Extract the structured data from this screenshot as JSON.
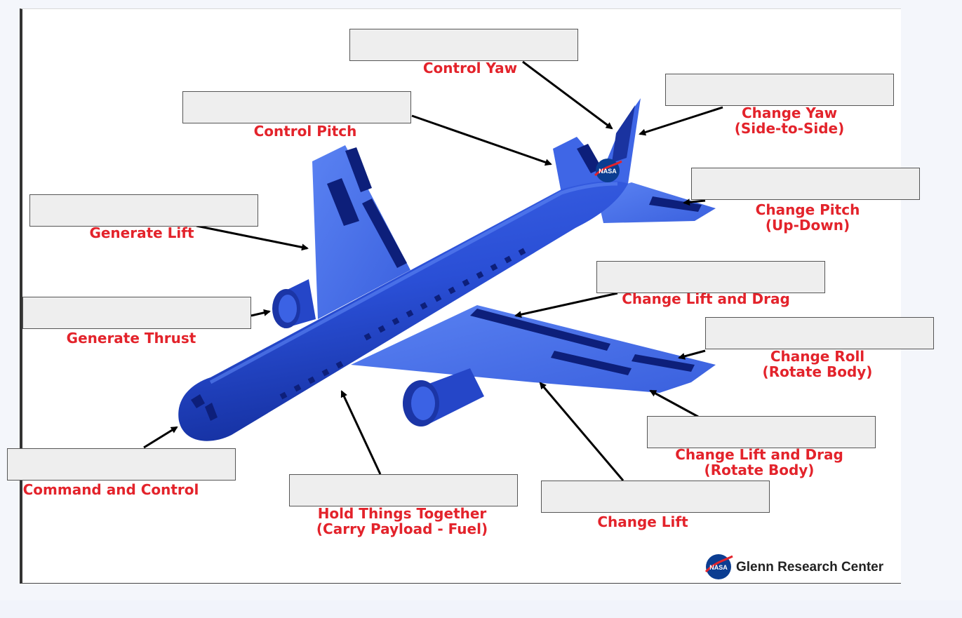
{
  "diagram": {
    "labels": {
      "control_yaw": "Control Yaw",
      "change_yaw": "Change Yaw",
      "change_yaw_sub": "(Side-to-Side)",
      "control_pitch": "Control Pitch",
      "change_pitch": "Change Pitch",
      "change_pitch_sub": "(Up-Down)",
      "generate_lift": "Generate Lift",
      "change_lift_drag_1": "Change Lift and Drag",
      "generate_thrust": "Generate Thrust",
      "change_roll": "Change Roll",
      "change_roll_sub": "(Rotate Body)",
      "change_lift_drag_2": "Change Lift and Drag",
      "change_lift_drag_2_sub": "(Rotate Body)",
      "command_control": "Command and Control",
      "hold_together": "Hold Things Together",
      "hold_together_sub": "(Carry Payload - Fuel)",
      "change_lift": "Change Lift"
    },
    "logo_text": "NASA",
    "credit": "Glenn Research Center",
    "colors": {
      "label": "#e3232b",
      "airplane": "#2a4fd6",
      "airplane_light": "#4a74ec",
      "airplane_dark": "#0d1f7a",
      "answer_box": "#eeeeee"
    }
  }
}
